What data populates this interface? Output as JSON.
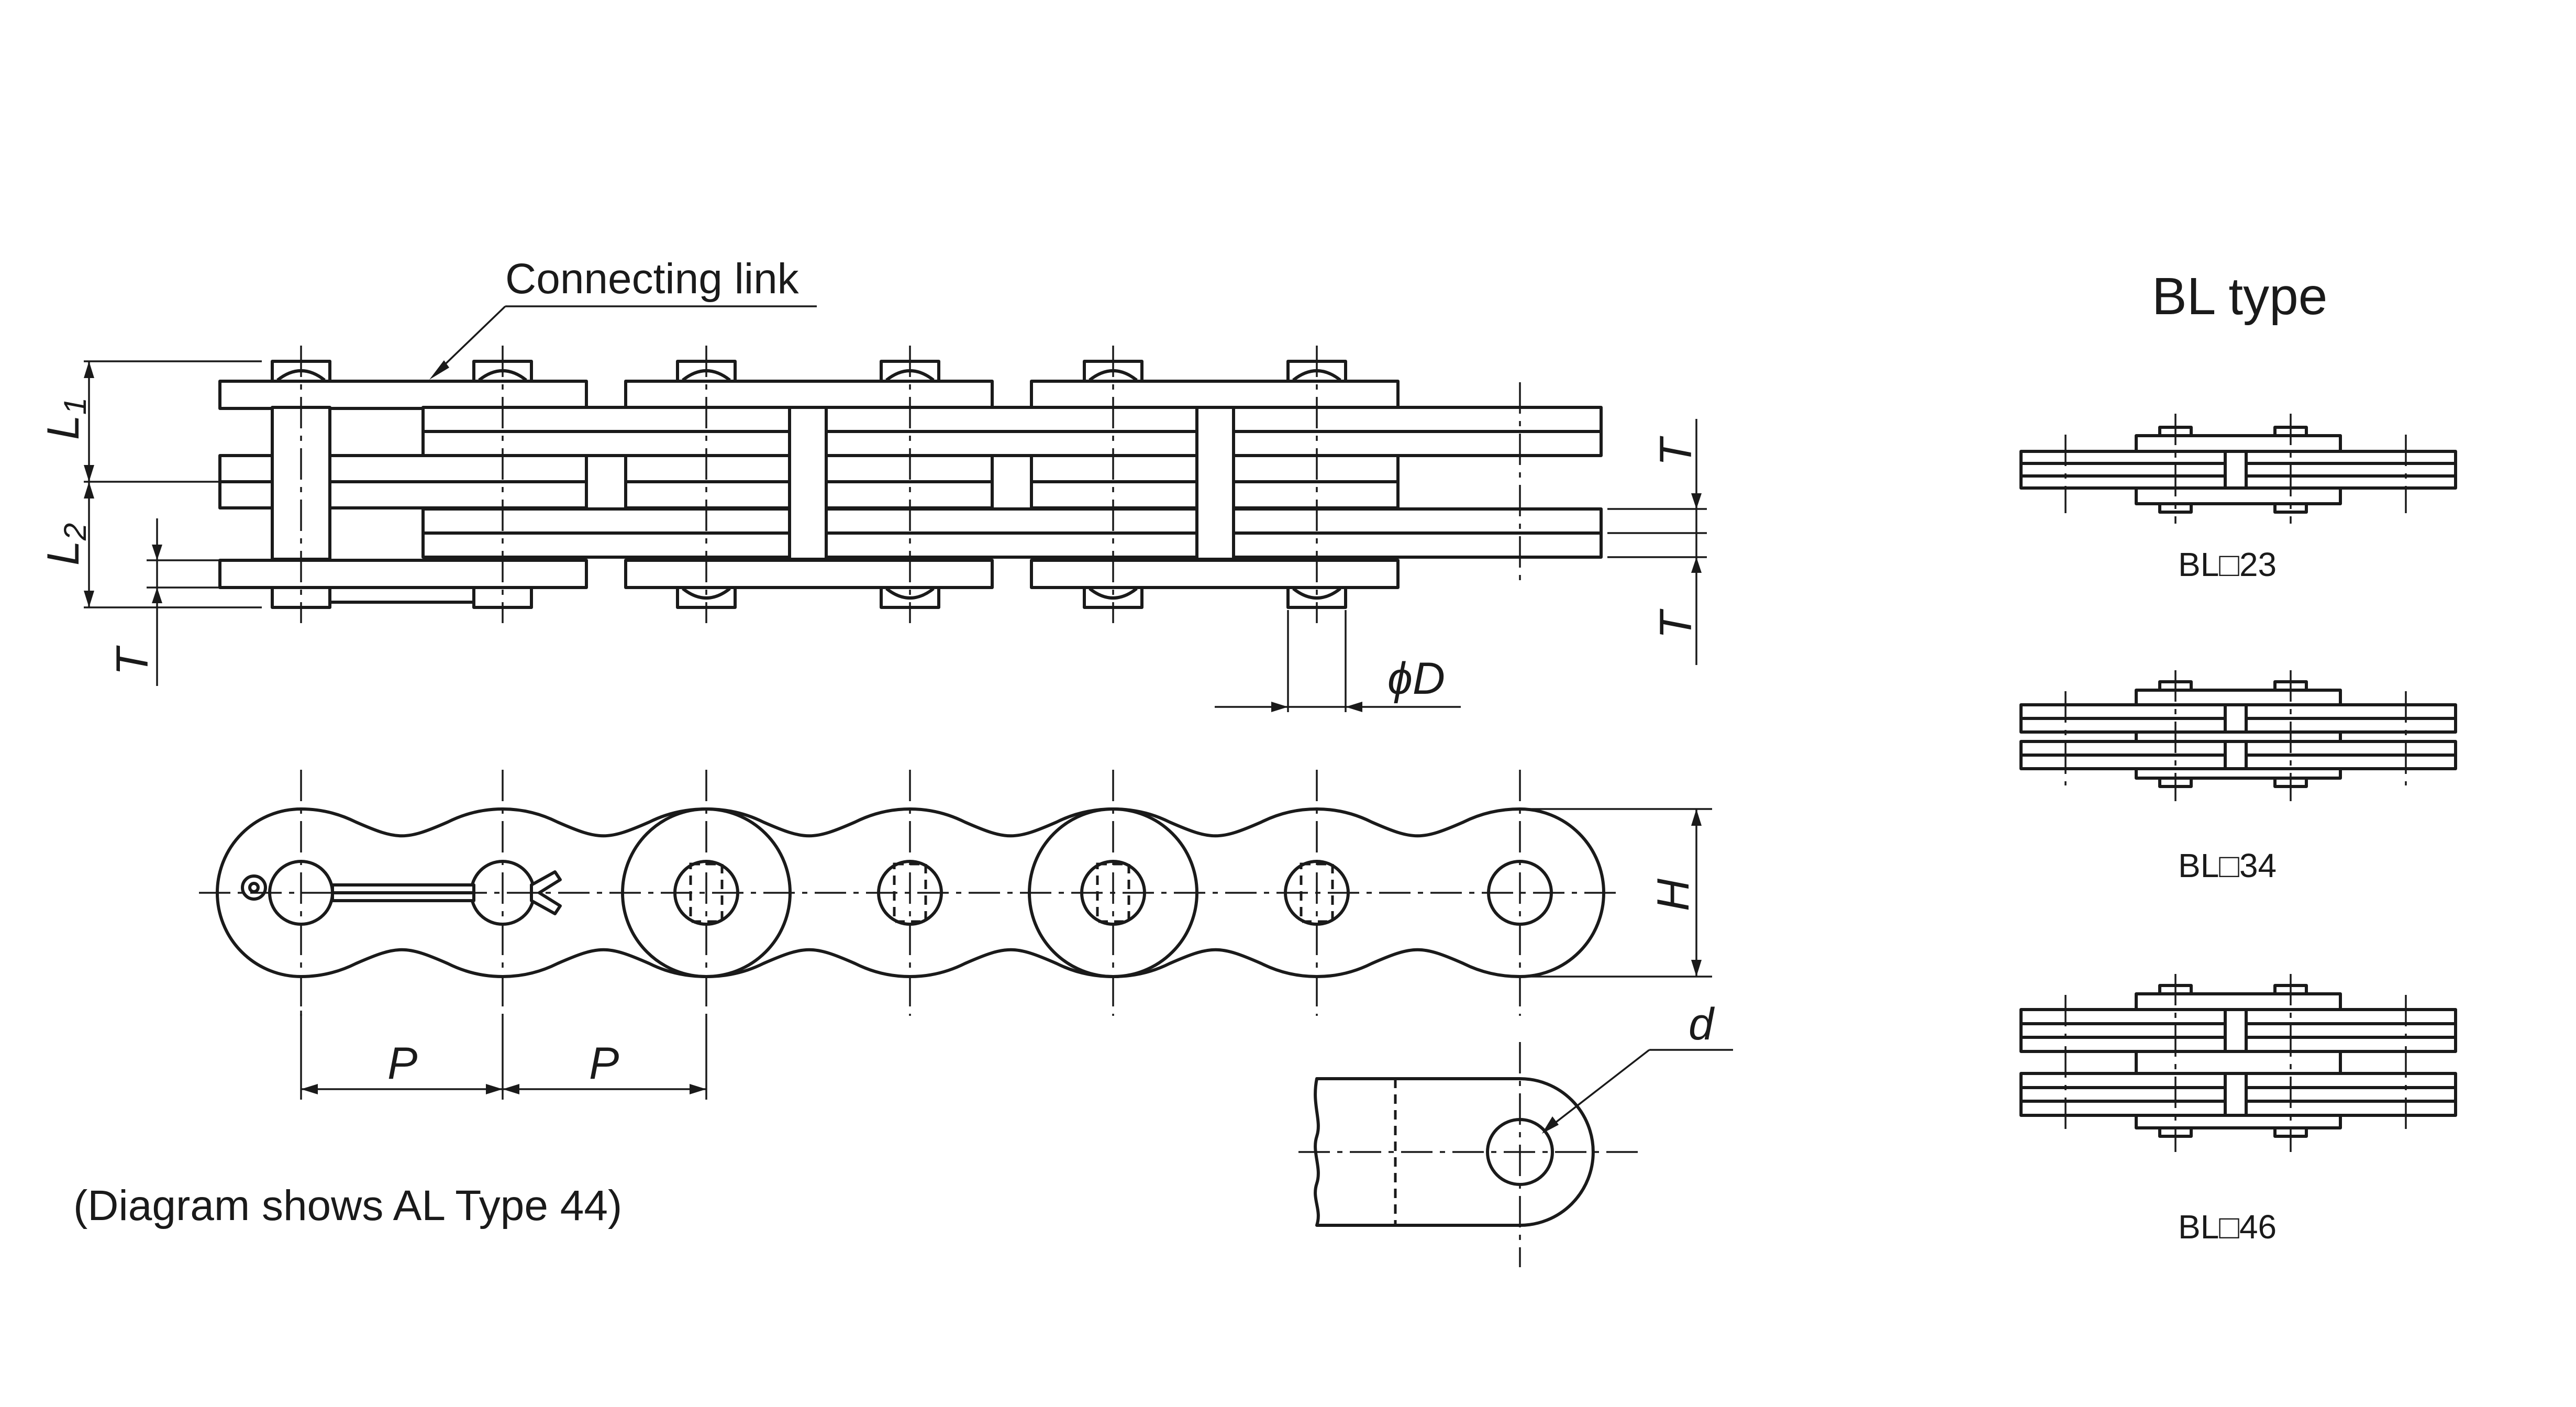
{
  "labels": {
    "connecting_link": "Connecting link",
    "caption": "(Diagram shows AL Type 44)",
    "bl_type_title": "BL type"
  },
  "dimensions": {
    "L1": "L1",
    "L2": "L2",
    "T": "T",
    "phiD": "ϕD",
    "H": "H",
    "P": "P",
    "d": "d"
  },
  "bl_variants": [
    {
      "model": "BL□23"
    },
    {
      "model": "BL□34"
    },
    {
      "model": "BL□46"
    }
  ]
}
